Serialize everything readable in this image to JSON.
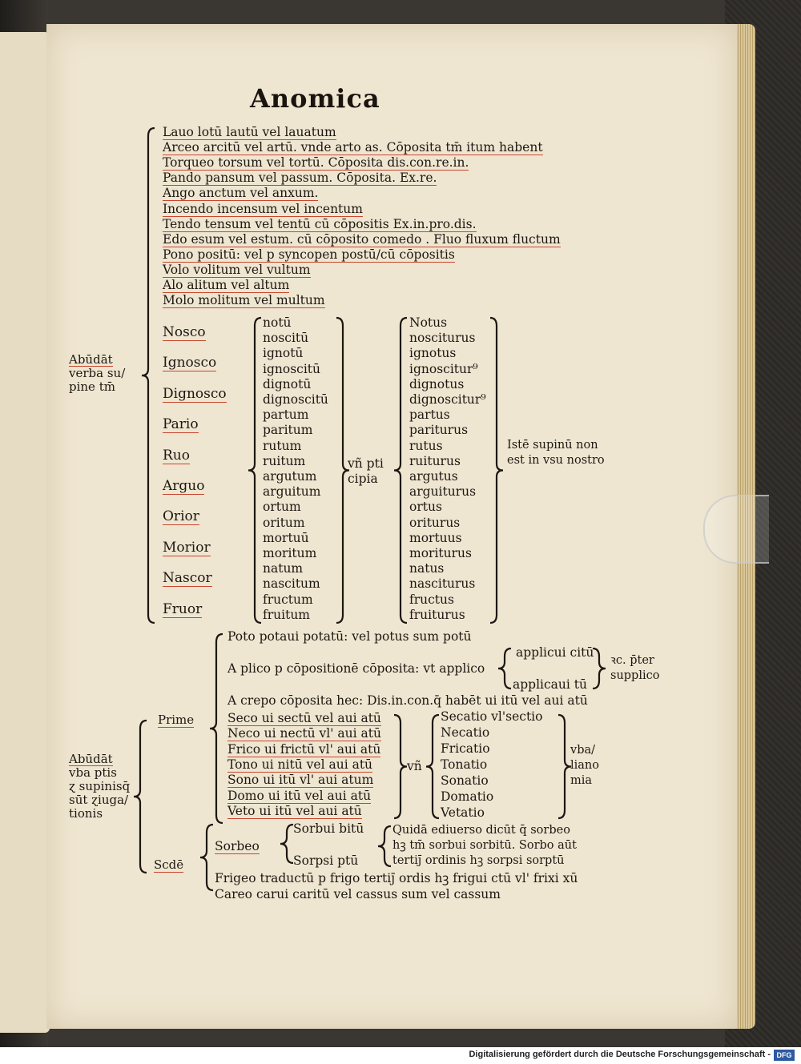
{
  "heading": "Anomica",
  "group1_lines": [
    "Lauo lotū lautū vel lauatum",
    "Arceo arcitū vel artū. vnde arto as. Cōposita tm̄ itum habent",
    "Torqueo torsum vel tortū. Cōposita dis.con.re.in.",
    "Pando pansum vel passum. Cōposita. Ex.re.",
    "Ango anctum vel anxum.",
    "Incendo incensum vel incentum",
    "Tendo tensum vel tentū cū cōpositis Ex.in.pro.dis.",
    "Edo esum vel estum. cū cōposito comedo . Fluo fluxum fluctum",
    "Pono positū: vel p syncopen postū/cū cōpositis",
    "Volo volitum vel vultum",
    "Alo alitum vel altum",
    "Molo molitum vel multum"
  ],
  "side_label_1": [
    "Abūdāt",
    "verba su/",
    "pine tm̄"
  ],
  "verbs": [
    "Nosco",
    "Ignosco",
    "Dignosco",
    "Pario",
    "Ruo",
    "Arguo",
    "Orior",
    "Morior",
    "Nascor",
    "Fruor"
  ],
  "supines": [
    "notū",
    "noscitū",
    "ignotū",
    "ignoscitū",
    "dignotū",
    "dignoscitū",
    "partum",
    "paritum",
    "rutum",
    "ruitum",
    "argutum",
    "arguitum",
    "ortum",
    "oritum",
    "mortuū",
    "moritum",
    "natum",
    "nascitum",
    "fructum",
    "fruitum"
  ],
  "participle_label": [
    "vñ pti",
    "cipia"
  ],
  "participles": [
    "Notus",
    "nosciturus",
    "ignotus",
    "ignoscitur⁹",
    "dignotus",
    "dignoscitur⁹",
    "partus",
    "pariturus",
    "rutus",
    "ruiturus",
    "argutus",
    "arguiturus",
    "ortus",
    "oriturus",
    "mortuus",
    "moriturus",
    "natus",
    "nasciturus",
    "fructus",
    "fruiturus"
  ],
  "right_note_1": [
    "Istē supinū non",
    "est in vsu nostro"
  ],
  "side_label_2": [
    "Abūdāt",
    "vba ptis",
    "ɀ supinisq̄",
    "sūt ɀiuga/",
    "tionis"
  ],
  "prime_label": "Prime",
  "secde_label": "Scdē",
  "poto_line": "Poto potaui potatū: vel potus sum potū",
  "plico_line": "A plico p cōpositionē cōposita: vt applico",
  "plico_forms": [
    "applicui citū",
    "applicaui tū"
  ],
  "plico_note": [
    "ꝛc. p̄ter",
    "supplico"
  ],
  "crepo_line": "A crepo cōposita hec: Dis.in.con.q̄ habēt ui itū vel aui atū",
  "prime_lines": [
    "Seco ui sectū vel aui atū",
    "Neco ui nectū vl' aui atū",
    "Frico ui frictū vl' aui atū",
    "Tono ui nitū vel aui atū",
    "Sono ui itū vl' aui atum",
    "Domo ui itū vel aui atū",
    "Veto ui itū vel aui atū"
  ],
  "vn_label": "vñ",
  "nouns": [
    "Secatio vl'sectio",
    "Necatio",
    "Fricatio",
    "Tonatio",
    "Sonatio",
    "Domatio",
    "Vetatio"
  ],
  "noun_note": [
    "vba/",
    "liano",
    "mia"
  ],
  "sorbeo_label": "Sorbeo",
  "sorbeo_forms": [
    "Sorbui bitū",
    "Sorpsi ptū"
  ],
  "sorbeo_note": [
    "Quidā ediuerso dicūt q̄ sorbeo",
    "hꝫ tm̄ sorbui sorbitū. Sorbo aūt",
    "tertiȷ̄ ordinis hꝫ sorpsi sorptū"
  ],
  "frigeo_line": "Frigeo traductū p frigo tertiȷ̄ ordis hꝫ frigui ctū vl' frixi xū",
  "careo_line": "Careo carui caritū vel cassus sum vel cassum",
  "footer_text": "Digitalisierung gefördert durch die Deutsche Forschungsgemeinschaft -",
  "footer_logo": "DFG",
  "colors": {
    "ink": "#1d1712",
    "rubric": "#c8452e",
    "paper": "#efe6d1"
  }
}
